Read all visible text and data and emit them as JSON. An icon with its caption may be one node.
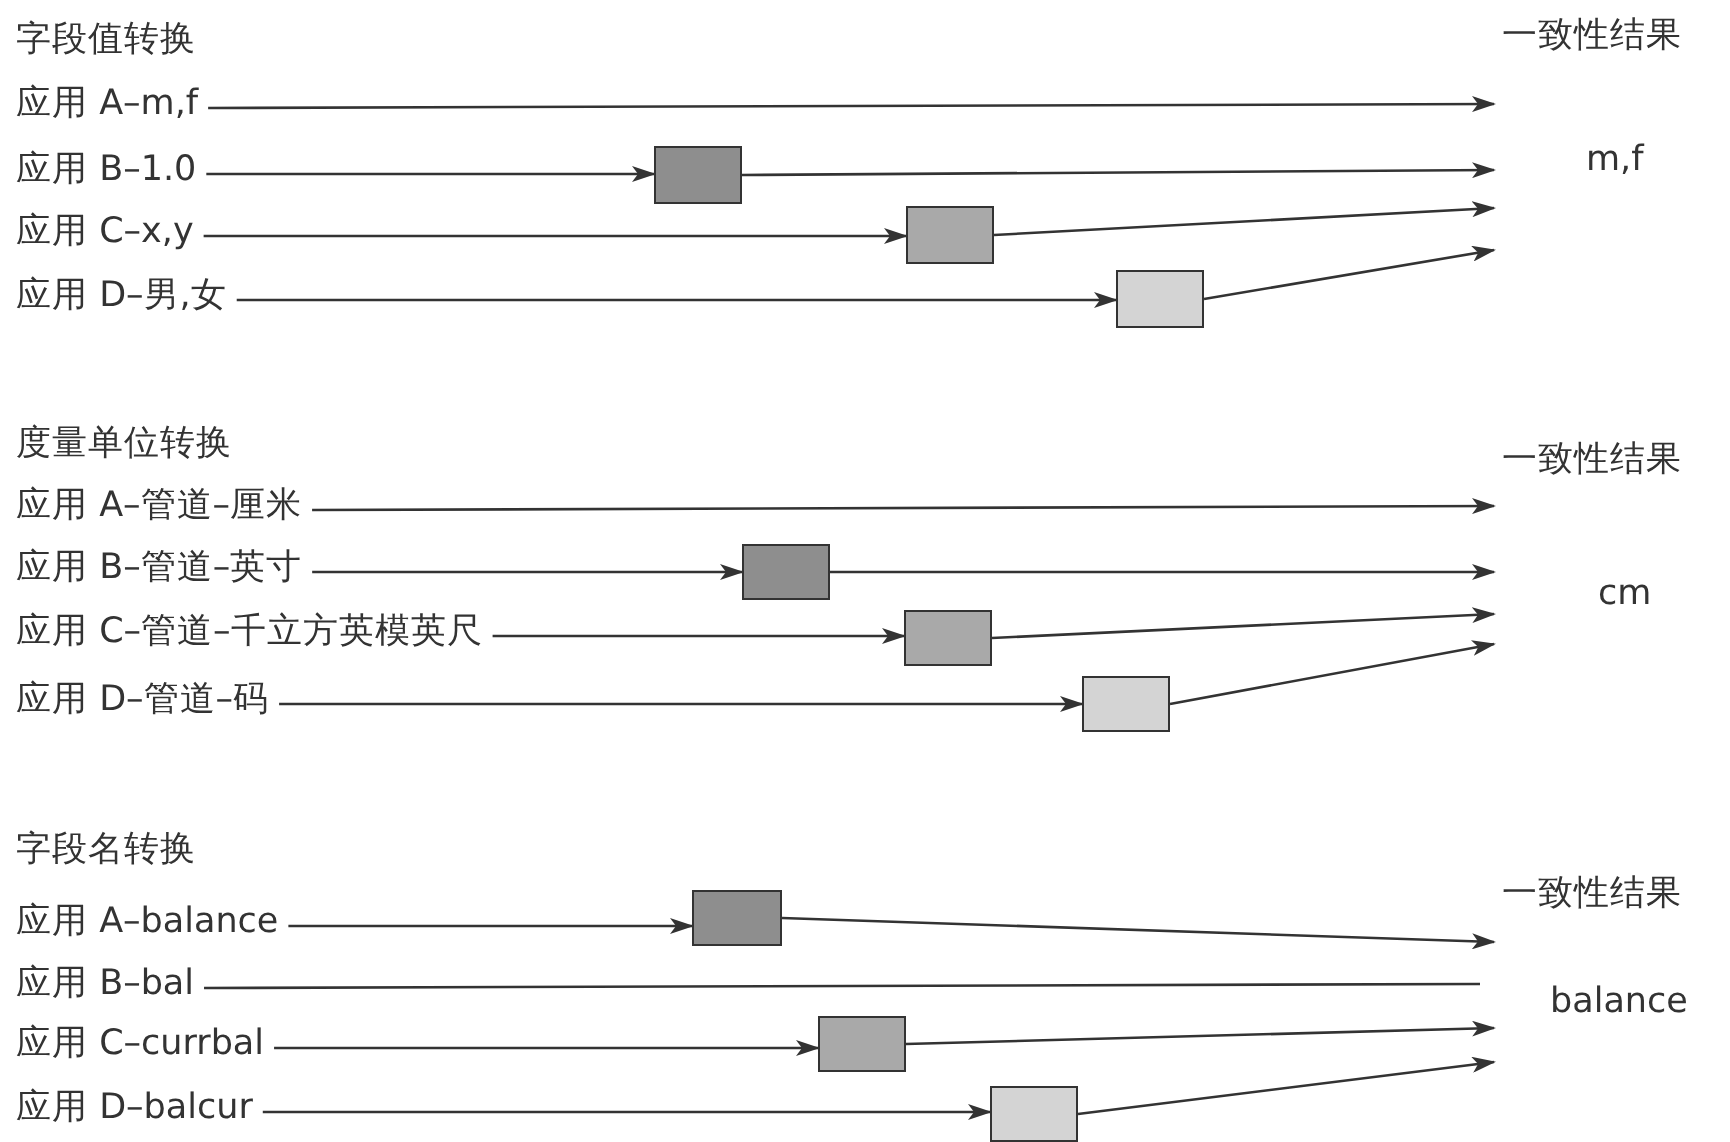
{
  "diagram": {
    "nodes": [
      {
        "text": [
          "应用 A–m,f"
        ]
      },
      {
        "text": [
          "应用 B–1.0"
        ]
      },
      {
        "text": [
          "应用 C–x,y"
        ]
      },
      {
        "text": [
          "应用 D–男,女"
        ]
      },
      {
        "text": [],
        "shape": "box"
      },
      {
        "text": [],
        "shape": "box"
      },
      {
        "text": [],
        "shape": "box"
      },
      {
        "text": [
          "一致性结果",
          "m,f"
        ]
      },
      {
        "text": [
          "应用 A–管道–厘米"
        ]
      },
      {
        "text": [
          "应用 B–管道–英寸"
        ]
      },
      {
        "text": [
          "应用 C–管道–千立方英模英尺"
        ]
      },
      {
        "text": [
          "应用 D–管道–码"
        ]
      },
      {
        "text": [],
        "shape": "box"
      },
      {
        "text": [],
        "shape": "box"
      },
      {
        "text": [],
        "shape": "box"
      },
      {
        "text": [
          "一致性结果",
          "cm"
        ]
      },
      {
        "text": [
          "应用 A–balance"
        ]
      },
      {
        "text": [
          "应用 B–bal"
        ]
      },
      {
        "text": [
          "应用 C–currbal"
        ]
      },
      {
        "text": [
          "应用 D–balcur"
        ]
      },
      {
        "text": [],
        "shape": "box"
      },
      {
        "text": [],
        "shape": "box"
      },
      {
        "text": [],
        "shape": "box"
      },
      {
        "text": [
          "一致性结果",
          "balance"
        ]
      }
    ],
    "edges": [
      {
        "from": 0,
        "to": 7,
        "arrow": "to"
      },
      {
        "from": 1,
        "to": 4,
        "arrow": "to"
      },
      {
        "from": 4,
        "to": 7,
        "arrow": "to"
      },
      {
        "from": 2,
        "to": 5,
        "arrow": "to"
      },
      {
        "from": 5,
        "to": 7,
        "arrow": "to"
      },
      {
        "from": 3,
        "to": 6,
        "arrow": "to"
      },
      {
        "from": 6,
        "to": 7,
        "arrow": "to"
      },
      {
        "from": 8,
        "to": 15,
        "arrow": "to"
      },
      {
        "from": 9,
        "to": 12,
        "arrow": "to"
      },
      {
        "from": 12,
        "to": 15,
        "arrow": "to"
      },
      {
        "from": 10,
        "to": 13,
        "arrow": "to"
      },
      {
        "from": 13,
        "to": 15,
        "arrow": "to"
      },
      {
        "from": 11,
        "to": 14,
        "arrow": "to"
      },
      {
        "from": 14,
        "to": 15,
        "arrow": "to"
      },
      {
        "from": 16,
        "to": 20,
        "arrow": "to"
      },
      {
        "from": 20,
        "to": 23,
        "arrow": "to"
      },
      {
        "from": 17,
        "to": 23,
        "arrow": "none"
      },
      {
        "from": 18,
        "to": 21,
        "arrow": "to"
      },
      {
        "from": 21,
        "to": 23,
        "arrow": "to"
      },
      {
        "from": 19,
        "to": 22,
        "arrow": "to"
      },
      {
        "from": 22,
        "to": 23,
        "arrow": "to"
      }
    ],
    "labels": [
      "字段值转换",
      "度量单位转换",
      "字段名转换"
    ]
  }
}
